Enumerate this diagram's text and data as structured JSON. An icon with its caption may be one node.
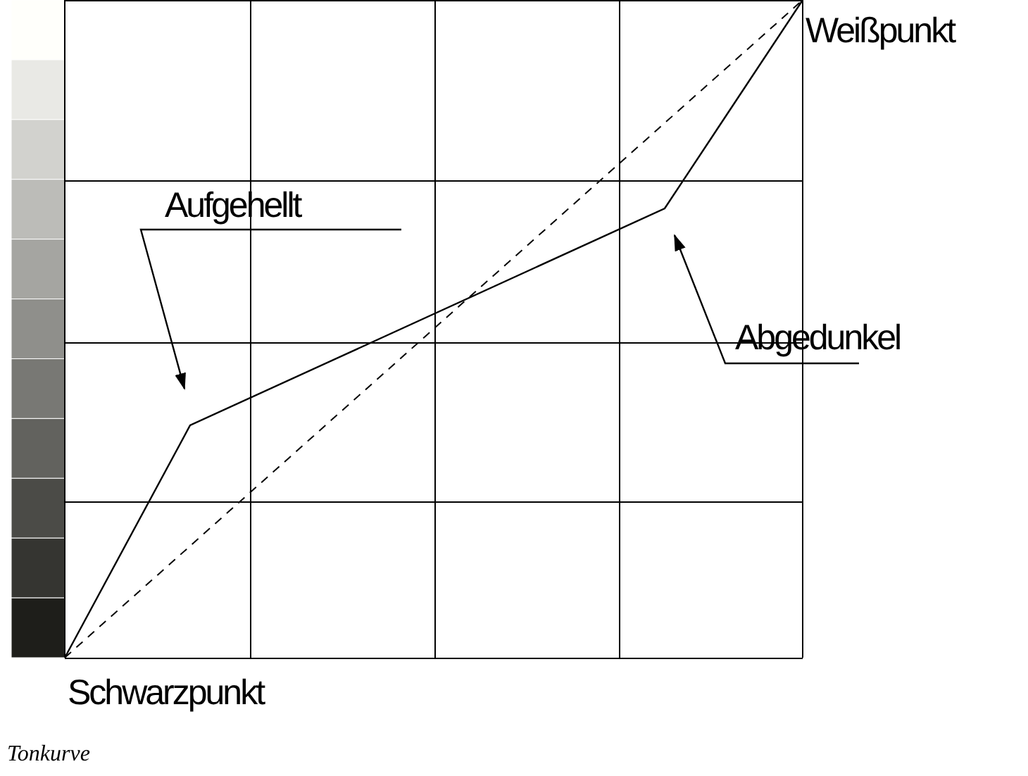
{
  "diagram": {
    "caption": "Tonkurve",
    "nodes": [
      {
        "text": [
          "Aufgehellt"
        ]
      },
      {
        "text": [
          "Abgedunkel"
        ]
      }
    ],
    "edges": [
      {
        "from": 0,
        "to": null,
        "arrow": "to"
      },
      {
        "from": 1,
        "to": null,
        "arrow": "to"
      }
    ],
    "labels": [
      "Weißpunkt",
      "Schwarzpunkt"
    ]
  }
}
